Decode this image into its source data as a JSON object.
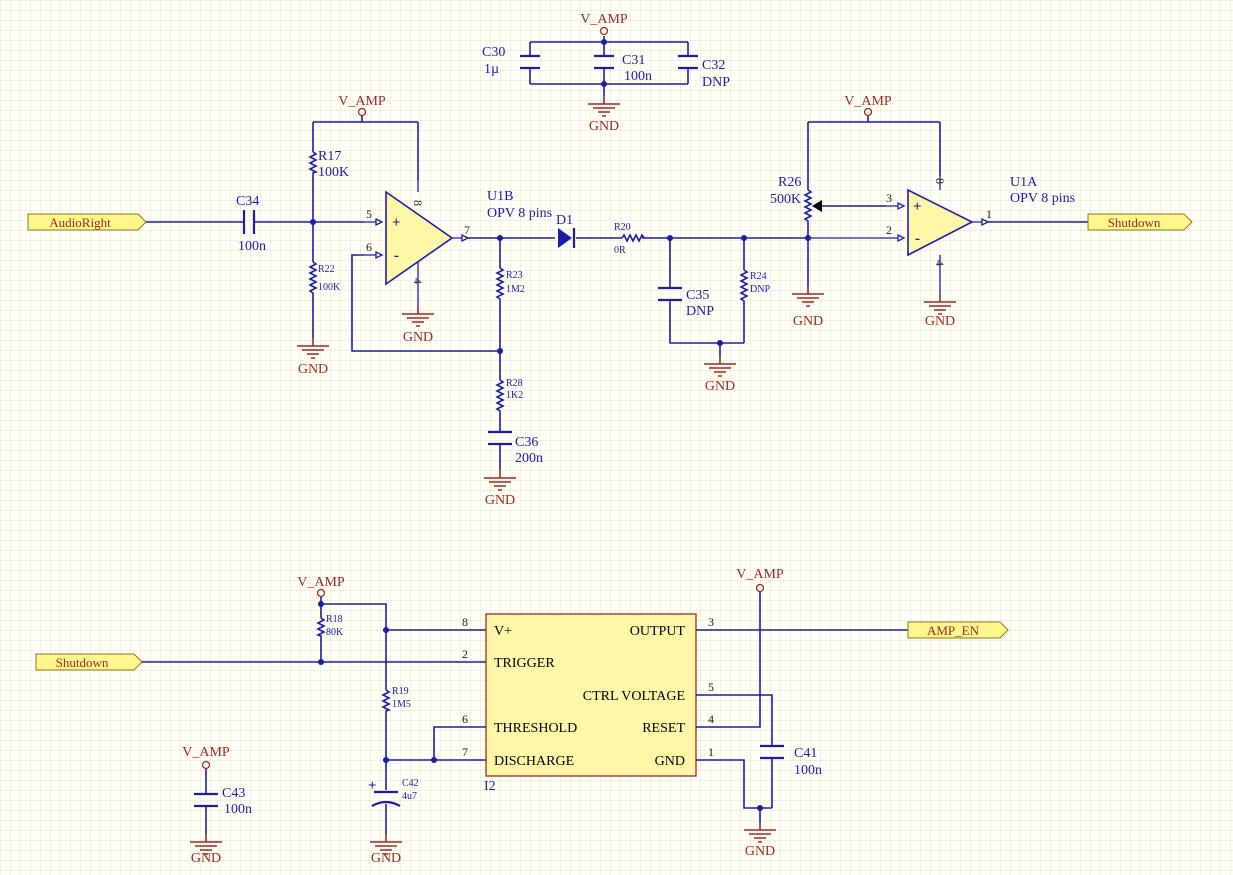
{
  "nets": {
    "vamp": "V_AMP",
    "gnd": "GND",
    "audio_right": "AudioRight",
    "shutdown": "Shutdown",
    "amp_en": "AMP_EN"
  },
  "components": {
    "C30": {
      "designator": "C30",
      "value": "1µ"
    },
    "C31": {
      "designator": "C31",
      "value": "100n"
    },
    "C32": {
      "designator": "C32",
      "value": "DNP"
    },
    "C34": {
      "designator": "C34",
      "value": "100n"
    },
    "R17": {
      "designator": "R17",
      "value": "100K"
    },
    "R22": {
      "designator": "R22",
      "value": "100K"
    },
    "U1B": {
      "designator": "U1B",
      "value": "OPV 8 pins"
    },
    "D1": {
      "designator": "D1"
    },
    "R20": {
      "designator": "R20",
      "value": "0R"
    },
    "R23": {
      "designator": "R23",
      "value": "1M2"
    },
    "R28": {
      "designator": "R28",
      "value": "1K2"
    },
    "C36": {
      "designator": "C36",
      "value": "200n"
    },
    "C35": {
      "designator": "C35",
      "value": "DNP"
    },
    "R24": {
      "designator": "R24",
      "value": "DNP"
    },
    "R26": {
      "designator": "R26",
      "value": "500K"
    },
    "U1A": {
      "designator": "U1A",
      "value": "OPV 8 pins"
    },
    "R18": {
      "designator": "R18",
      "value": "80K"
    },
    "R19": {
      "designator": "R19",
      "value": "1M5"
    },
    "C42": {
      "designator": "C42",
      "value": "4u7"
    },
    "C43": {
      "designator": "C43",
      "value": "100n"
    },
    "C41": {
      "designator": "C41",
      "value": "100n"
    },
    "I2": {
      "designator": "I2",
      "pins": {
        "vplus": "V+",
        "trigger": "TRIGGER",
        "threshold": "THRESHOLD",
        "discharge": "DISCHARGE",
        "output": "OUTPUT",
        "ctrl": "CTRL VOLTAGE",
        "reset": "RESET",
        "gnd": "GND"
      }
    }
  },
  "pin_numbers": {
    "u1b_plus": "5",
    "u1b_minus": "6",
    "u1b_out": "7",
    "u1b_vcc": "8",
    "u1b_gnd": "4",
    "u1a_plus": "3",
    "u1a_minus": "2",
    "u1a_out": "1",
    "u1a_vcc": "8",
    "u1a_gnd": "4",
    "i2_vplus": "8",
    "i2_trigger": "2",
    "i2_threshold": "6",
    "i2_discharge": "7",
    "i2_output": "3",
    "i2_ctrl": "5",
    "i2_reset": "4",
    "i2_gnd": "1"
  },
  "symbols": {
    "plus": "+",
    "minus": "-"
  },
  "colors": {
    "wire": "#1c1ca8",
    "power": "#9a2a24",
    "body_fill": "#fff7a8",
    "background": "#fffff6"
  }
}
